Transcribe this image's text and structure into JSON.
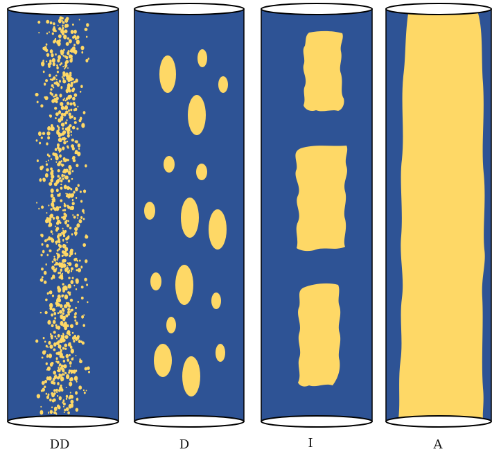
{
  "colors": {
    "liquid": "#2e5395",
    "gas": "#fed866",
    "outline": "#000000",
    "background": "#ffffff"
  },
  "columns": [
    {
      "id": "dd",
      "label": "DD",
      "gas_shape": "dispersed-fine-bubbles"
    },
    {
      "id": "d",
      "label": "D",
      "gas_shape": "dispersed-bubbles"
    },
    {
      "id": "i",
      "label": "I",
      "gas_shape": "slugs"
    },
    {
      "id": "a",
      "label": "A",
      "gas_shape": "annular-core"
    }
  ]
}
